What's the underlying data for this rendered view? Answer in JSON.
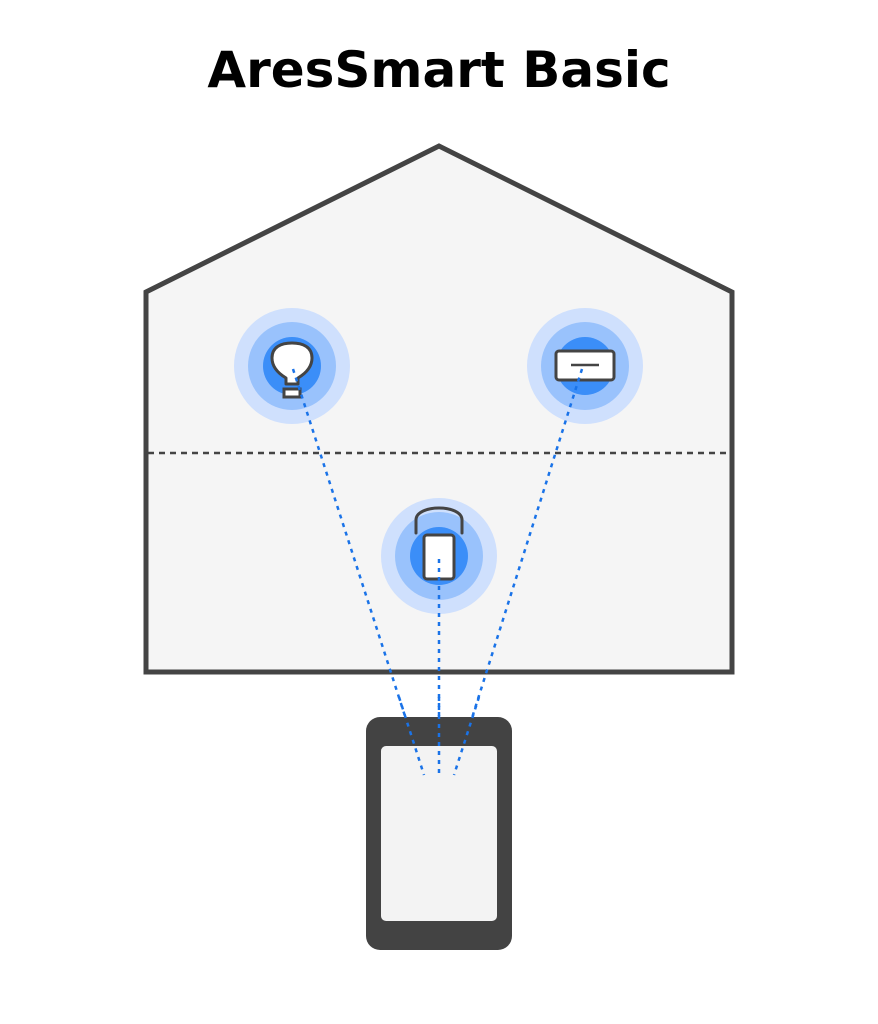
{
  "title": "AresSmart Basic",
  "colors": {
    "outline": "#444444",
    "house_fill": "#f5f5f5",
    "signal_line": "#1a73e8",
    "ring_outer": "#cfe0fd",
    "ring_middle": "#99c2fc",
    "ring_inner": "#3b8ef8",
    "phone_body": "#434343",
    "phone_screen": "#f3f3f3"
  },
  "devices": [
    {
      "name": "smart-bulb",
      "icon": "lightbulb-icon"
    },
    {
      "name": "air-conditioner",
      "icon": "air-conditioner-icon"
    },
    {
      "name": "smart-lock",
      "icon": "smart-lock-icon"
    }
  ],
  "controller": {
    "name": "smartphone",
    "icon": "smartphone-icon"
  }
}
